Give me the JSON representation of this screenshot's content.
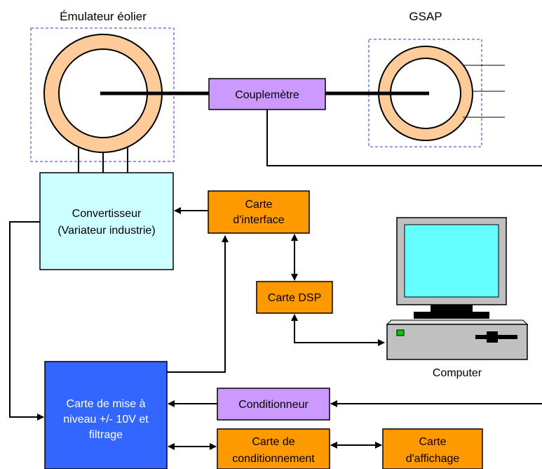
{
  "labels": {
    "emulator_title": "Émulateur éolier",
    "gsap_title": "GSAP",
    "computer": "Computer"
  },
  "blocks": {
    "couplemetre": "Couplemètre",
    "convertisseur": [
      "Convertisseur",
      "(Variateur industrie)"
    ],
    "carte_interface": [
      "Carte",
      "d'interface"
    ],
    "carte_dsp": "Carte DSP",
    "carte_mise_niveau": [
      "Carte de mise à",
      "niveau +/- 10V et",
      "filtrage"
    ],
    "conditionneur": "Conditionneur",
    "carte_conditionnement": [
      "Carte de",
      "conditionnement"
    ],
    "carte_affichage": [
      "Carte",
      "d'affichage"
    ]
  },
  "colors": {
    "converter_fill": "#ccffff",
    "orange_fill": "#ff9900",
    "purple_fill": "#cc99ff",
    "blue_fill": "#3366ff",
    "ring_fill": "#ffcc99",
    "dashed_border": "#3333cc",
    "monitor_screen": "#66ffff",
    "monitor_body": "#c0c0c0"
  }
}
